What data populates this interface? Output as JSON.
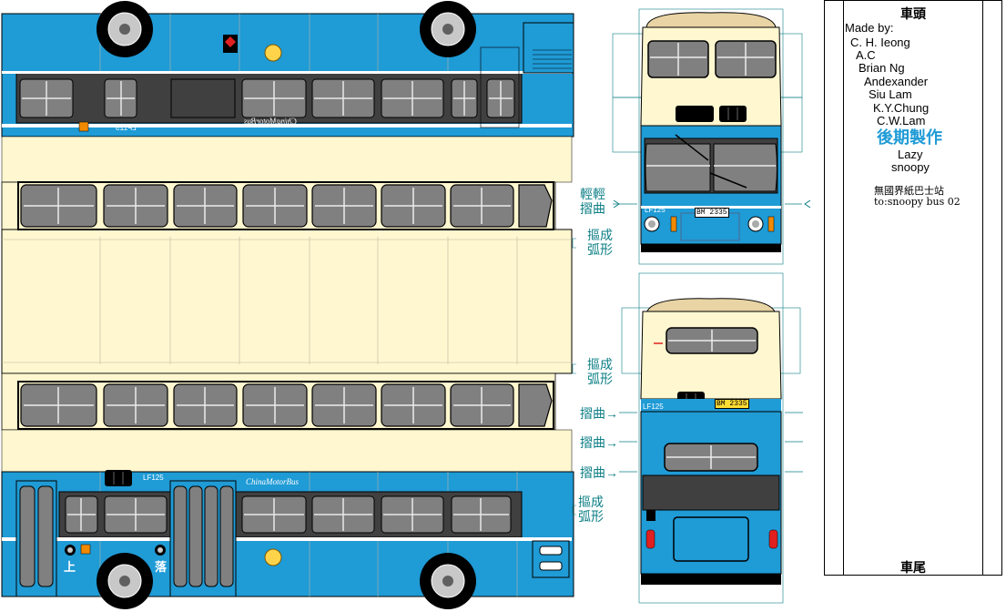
{
  "credits_panel": {
    "front_title": "車頭",
    "rear_title": "車尾",
    "made_by": "Made by:",
    "authors": [
      "C. H. Ieong",
      "A.C",
      "Brian Ng",
      "Andexander",
      "Siu Lam",
      "K.Y.Chung",
      "C.W.Lam"
    ],
    "post_production": "後期製作",
    "post_authors": [
      "Lazy",
      "snoopy"
    ],
    "site": "無國界紙巴士站",
    "site_sub": "to:snoopy bus 02"
  },
  "fold_notes": {
    "light_fold": [
      "輕輕",
      "摺曲"
    ],
    "curve": [
      "摳成",
      "弧形"
    ],
    "fold": "摺曲"
  },
  "bus": {
    "fleet_no": "LF125",
    "fleet_no_mirror": "LF125",
    "plate": "BM 2335",
    "brand": "ChinaMotorBus",
    "brand_mirror": "ChinaMotorBus",
    "door_up": "上",
    "door_down": "落",
    "arrow_glyph": "→"
  },
  "colors": {
    "blue": "#1f9bd6",
    "cream": "#fef7cf",
    "window": "#808080",
    "roof": "#e8d4a4",
    "guide": "#0d7f86"
  }
}
